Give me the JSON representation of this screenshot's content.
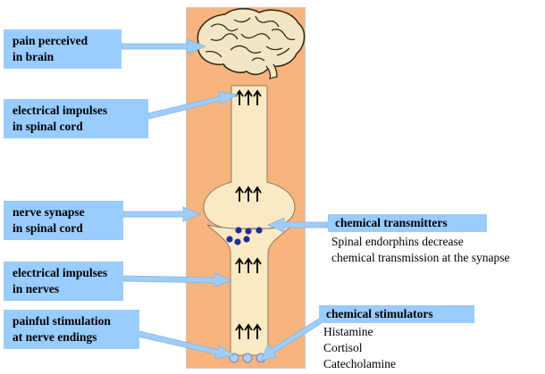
{
  "labels": {
    "pain_brain": [
      "pain perceived",
      "in brain"
    ],
    "spinal_impulses": [
      "electrical impulses",
      "in spinal cord"
    ],
    "synapse": [
      "nerve synapse",
      "in spinal cord"
    ],
    "nerve_impulses": [
      "electrical impulses",
      "in nerves"
    ],
    "stimulation": [
      "painful stimulation",
      "at nerve endings"
    ]
  },
  "transmitters": {
    "title": "chemical transmitters",
    "lines": [
      "Spinal endorphins decrease",
      "chemical transmission at the synapse"
    ]
  },
  "stimulators": {
    "title": "chemical stimulators",
    "lines": [
      "Histamine",
      "Cortisol",
      "Catecholamine"
    ]
  },
  "colors": {
    "panel": "#f7b47e",
    "nerve": "#fbe9c3",
    "label_bg": "#99ccff",
    "arrow": "#9fcdf7",
    "transmitter_dot": "#1f2f9a"
  }
}
